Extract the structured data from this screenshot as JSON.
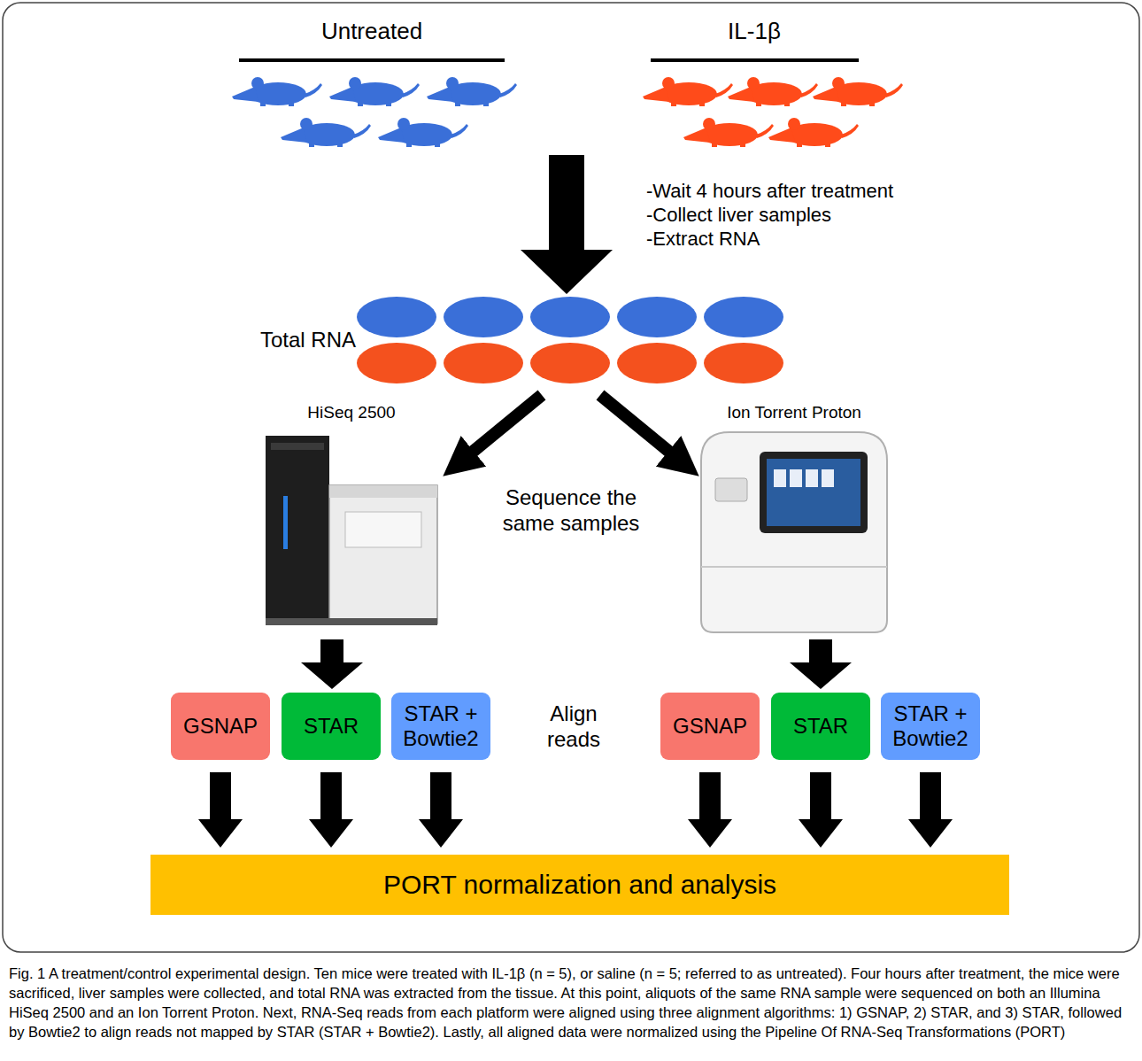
{
  "diagram": {
    "caption": "Fig. 1 A treatment/control experimental design. Ten mice were treated with IL-1β (n = 5), or saline (n = 5; referred to as untreated). Four hours after treatment, the mice were sacrificed, liver samples were collected, and total RNA was extracted from the tissue. At this point, aliquots of the same RNA sample were sequenced on both an Illumina HiSeq 2500 and an Ion Torrent Proton. Next, RNA-Seq reads from each platform were aligned using three alignment algorithms: 1) GSNAP, 2) STAR, and 3) STAR, followed by Bowtie2 to align reads not mapped by STAR (STAR + Bowtie2). Lastly, all aligned data were normalized using the Pipeline Of RNA-Seq Transformations (PORT)",
    "nodes": [
      {
        "text": [
          "GSNAP"
        ]
      },
      {
        "text": [
          "STAR"
        ]
      },
      {
        "text": [
          "STAR + Bowtie2"
        ]
      },
      {
        "text": [
          "GSNAP"
        ]
      },
      {
        "text": [
          "STAR"
        ]
      },
      {
        "text": [
          "STAR + Bowtie2"
        ]
      },
      {
        "text": [
          "PORT normalization and analysis"
        ]
      }
    ],
    "edges": [
      {
        "from": 0,
        "to": 6,
        "arrow": "to"
      },
      {
        "from": 1,
        "to": 6,
        "arrow": "to"
      },
      {
        "from": 2,
        "to": 6,
        "arrow": "to"
      },
      {
        "from": 3,
        "to": 6,
        "arrow": "to"
      },
      {
        "from": 4,
        "to": 6,
        "arrow": "to"
      },
      {
        "from": 5,
        "to": 6,
        "arrow": "to"
      }
    ],
    "labels": [
      "Untreated",
      "IL-1β",
      "-Wait 4 hours after treatment",
      "-Collect liver samples",
      "-Extract RNA",
      "Total RNA",
      "HiSeq 2500",
      "Sequence the same samples",
      "Ion Torrent Proton",
      "Align reads"
    ]
  }
}
